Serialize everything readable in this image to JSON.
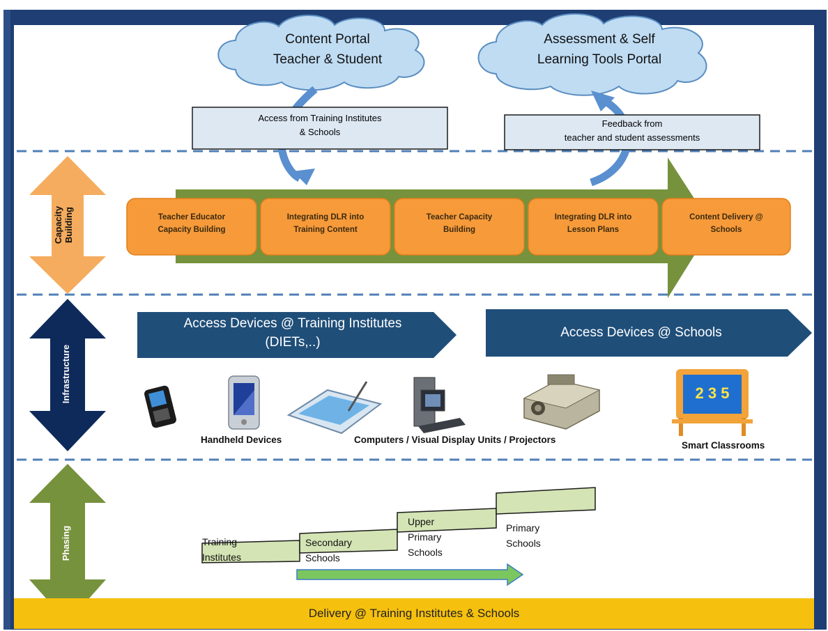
{
  "clouds": {
    "content_portal": {
      "line1": "Content Portal",
      "line2": "Teacher & Student"
    },
    "assessment_portal": {
      "line1": "Assessment & Self",
      "line2": "Learning Tools Portal"
    }
  },
  "notes": {
    "access": {
      "line1": "Access from Training Institutes",
      "line2": "& Schools"
    },
    "feedback": {
      "line1": "Feedback from",
      "line2": "teacher and student assessments"
    }
  },
  "side_labels": {
    "capacity": {
      "line1": "Capacity",
      "line2": "Building"
    },
    "infrastructure": "Infrastructure",
    "phasing": "Phasing"
  },
  "capacity_stages": [
    {
      "line1": "Teacher Educator",
      "line2": "Capacity Building"
    },
    {
      "line1": "Integrating DLR into",
      "line2": "Training Content"
    },
    {
      "line1": "Teacher Capacity",
      "line2": "Building"
    },
    {
      "line1": "Integrating DLR into",
      "line2": "Lesson Plans"
    },
    {
      "line1": "Content Delivery @",
      "line2": "Schools"
    }
  ],
  "infrastructure": {
    "banner_left": {
      "line1": "Access Devices @ Training Institutes",
      "line2": "(DIETs,..)"
    },
    "banner_right": "Access Devices @ Schools",
    "device_labels": {
      "handheld": "Handheld Devices",
      "computers": "Computers / Visual Display Units / Projectors",
      "smart": "Smart Classrooms"
    },
    "board_text": "2 3 5"
  },
  "phasing_steps": [
    {
      "line1": "Training",
      "line2": "Institutes"
    },
    {
      "line1": "Secondary",
      "line2": "Schools"
    },
    {
      "line1": "Upper",
      "line2": "Primary",
      "line3": "Schools"
    },
    {
      "line1": "Primary",
      "line2": "Schools"
    }
  ],
  "footer": "Delivery @ Training Institutes & Schools",
  "colors": {
    "frame": "#1f3e74",
    "cloud": "#bfdcf3",
    "note": "#dde8f3",
    "stage": "#f79a3a",
    "green_arrow": "#76923c",
    "orange_arrow": "#f5ac5e",
    "navy_arrow": "#0e2a5a",
    "banner": "#1f4e79",
    "step": "#d4e4b4",
    "footer": "#f6c00e"
  }
}
